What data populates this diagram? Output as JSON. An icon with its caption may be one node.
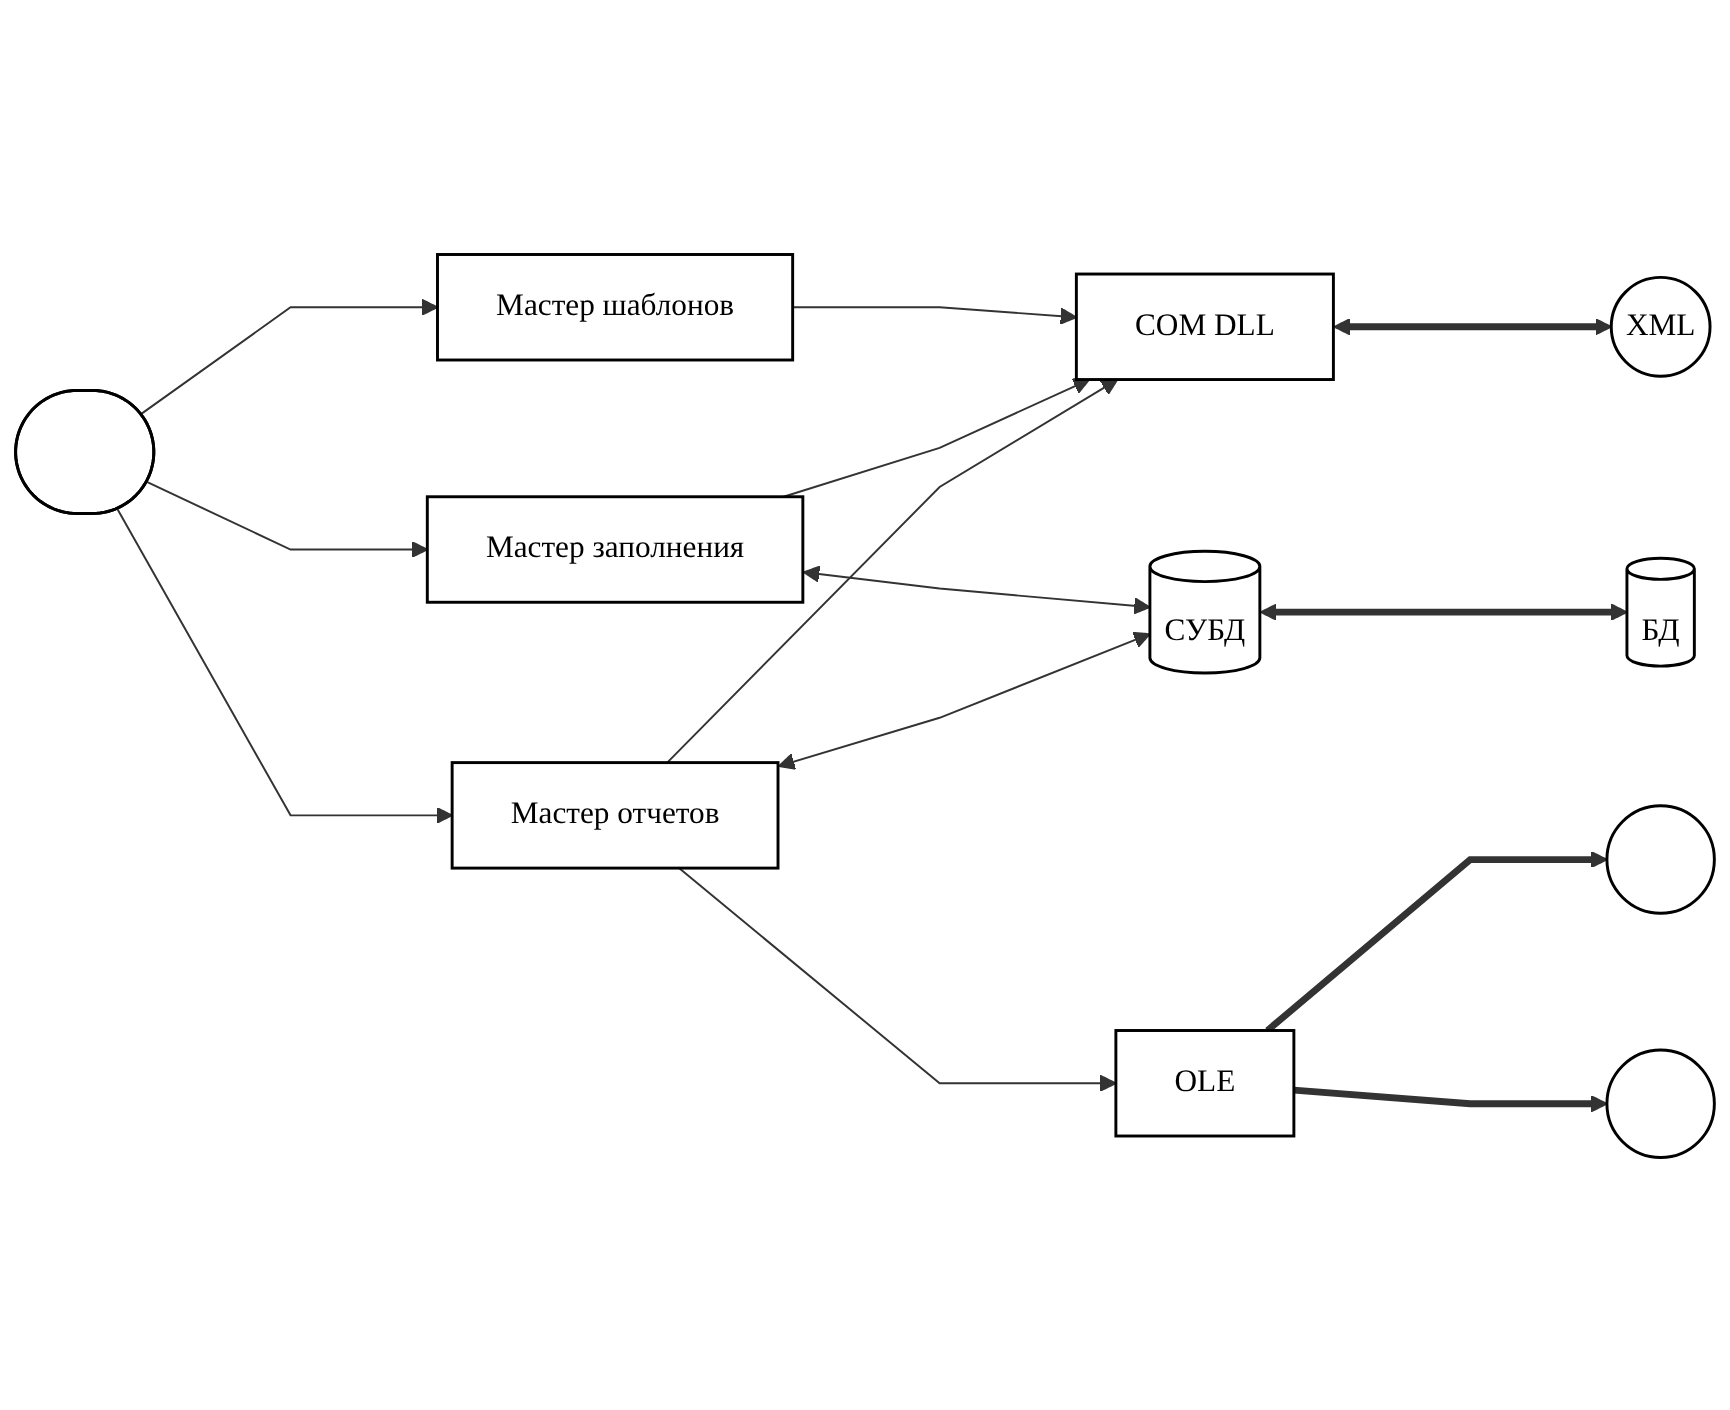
{
  "diagram": {
    "nodes": [
      {
        "text": [],
        "shape": "stadium"
      },
      {
        "text": [
          "Мастер шаблонов"
        ]
      },
      {
        "text": [
          "Мастер заполнения"
        ]
      },
      {
        "text": [
          "Мастер отчетов"
        ]
      },
      {
        "text": [
          "COM DLL"
        ]
      },
      {
        "text": [
          "XML"
        ]
      },
      {
        "text": [
          "СУБД"
        ]
      },
      {
        "text": [
          "БД"
        ]
      },
      {
        "text": [
          "OLE"
        ]
      },
      {
        "text": [],
        "shape": "ellipse"
      },
      {
        "text": [],
        "shape": "ellipse"
      }
    ],
    "edges": [
      {
        "from": 0,
        "to": 1,
        "arrow": "to"
      },
      {
        "from": 0,
        "to": 2,
        "arrow": "to"
      },
      {
        "from": 0,
        "to": 3,
        "arrow": "to"
      },
      {
        "from": 1,
        "to": 4,
        "arrow": "to"
      },
      {
        "from": 2,
        "to": 4,
        "arrow": "to"
      },
      {
        "from": 2,
        "to": 6,
        "arrow": "both"
      },
      {
        "from": 3,
        "to": 4,
        "arrow": "to"
      },
      {
        "from": 3,
        "to": 6,
        "arrow": "both"
      },
      {
        "from": 3,
        "to": 8,
        "arrow": "to"
      },
      {
        "from": 4,
        "to": 5,
        "arrow": "both",
        "style": "thick"
      },
      {
        "from": 6,
        "to": 7,
        "arrow": "both",
        "style": "thick"
      },
      {
        "from": 8,
        "to": 9,
        "arrow": "to",
        "style": "thick"
      },
      {
        "from": 8,
        "to": 10,
        "arrow": "to",
        "style": "thick"
      }
    ]
  }
}
